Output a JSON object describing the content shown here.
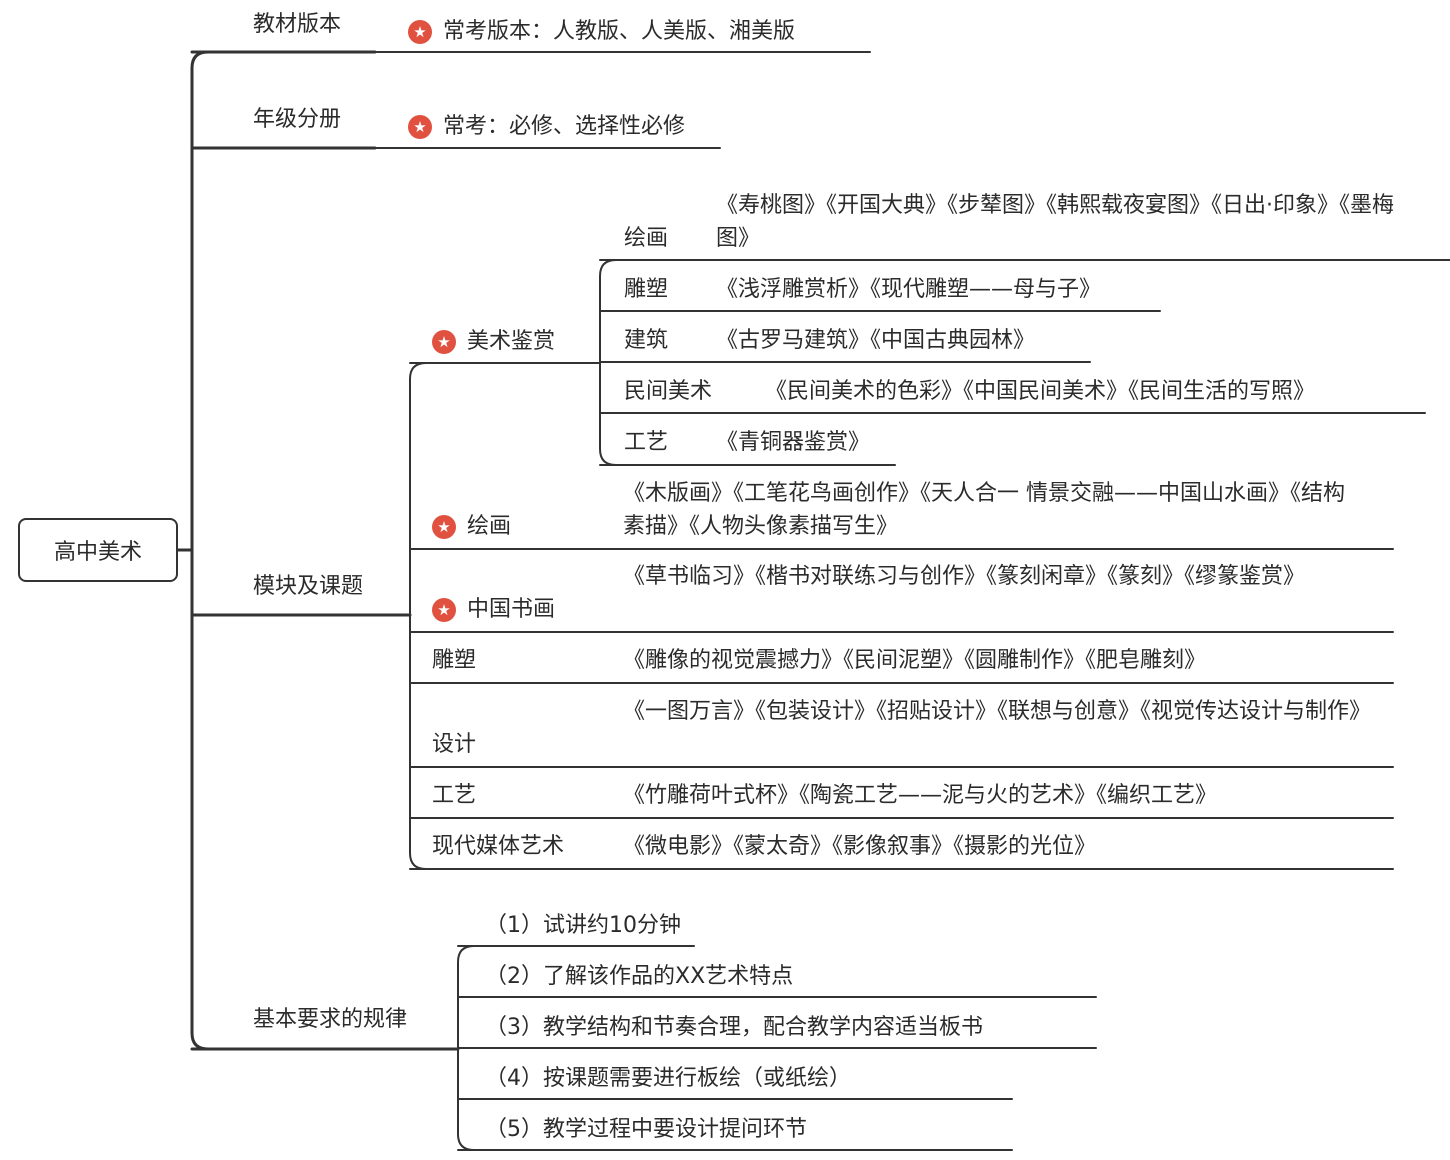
{
  "root": "高中美术",
  "icons": {
    "star": "star-badge-icon"
  },
  "colors": {
    "star": "#e0513f",
    "line": "#333333"
  },
  "branches": {
    "textbook": {
      "label": "教材版本",
      "star_text": "常考版本：人教版、人美版、湘美版"
    },
    "grade": {
      "label": "年级分册",
      "star_text": "常考：必修、选择性必修"
    },
    "modules": {
      "label": "模块及课题",
      "appreciation": {
        "label": "美术鉴赏",
        "items": [
          {
            "label": "绘画",
            "text": "《寿桃图》《开国大典》《步辇图》《韩熙载夜宴图》《日出·印象》《墨梅图》"
          },
          {
            "label": "雕塑",
            "text": "《浅浮雕赏析》《现代雕塑——母与子》"
          },
          {
            "label": "建筑",
            "text": "《古罗马建筑》《中国古典园林》"
          },
          {
            "label": "民间美术",
            "text": "《民间美术的色彩》《中国民间美术》《民间生活的写照》"
          },
          {
            "label": "工艺",
            "text": "《青铜器鉴赏》"
          }
        ]
      },
      "painting": {
        "label": "绘画",
        "text": "《木版画》《工笔花鸟画创作》《天人合一 情景交融——中国山水画》《结构素描》《人物头像素描写生》"
      },
      "calligraphy": {
        "label": "中国书画",
        "text": "《草书临习》《楷书对联练习与创作》《篆刻闲章》《篆刻》《缪篆鉴赏》"
      },
      "sculpture": {
        "label": "雕塑",
        "text": "《雕像的视觉震撼力》《民间泥塑》《圆雕制作》《肥皂雕刻》"
      },
      "design": {
        "label": "设计",
        "text": "《一图万言》《包装设计》《招贴设计》《联想与创意》《视觉传达设计与制作》"
      },
      "craft": {
        "label": "工艺",
        "text": "《竹雕荷叶式杯》《陶瓷工艺——泥与火的艺术》《编织工艺》"
      },
      "media": {
        "label": "现代媒体艺术",
        "text": "《微电影》《蒙太奇》《影像叙事》《摄影的光位》"
      }
    },
    "rules": {
      "label": "基本要求的规律",
      "items": [
        "（1）试讲约10分钟",
        "（2）了解该作品的XX艺术特点",
        "（3）教学结构和节奏合理，配合教学内容适当板书",
        "（4）按课题需要进行板绘（或纸绘）",
        "（5）教学过程中要设计提问环节"
      ]
    }
  }
}
